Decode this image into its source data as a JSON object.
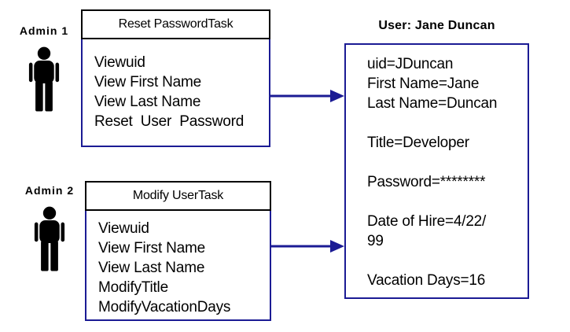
{
  "diagram": {
    "colors": {
      "line_blue": "#1b1b94",
      "header_border": "#000000",
      "text": "#000000",
      "background": "#ffffff"
    },
    "admins": [
      {
        "label": "Admin 1",
        "icon": "person-icon"
      },
      {
        "label": "Admin 2",
        "icon": "person-icon"
      }
    ],
    "tasks": [
      {
        "title": "Reset PasswordTask",
        "items": [
          "Viewuid",
          "View First Name",
          "View Last Name",
          "Reset  User  Password"
        ]
      },
      {
        "title": "Modify UserTask",
        "items": [
          "Viewuid",
          "View First Name",
          "View Last Name",
          "ModifyTitle",
          "ModifyVacationDays"
        ]
      }
    ],
    "user": {
      "title": "User: Jane Duncan",
      "lines": [
        "uid=JDuncan",
        "First Name=Jane",
        "Last Name=Duncan",
        "",
        "Title=Developer",
        "",
        "Password=********",
        "",
        "Date of Hire=4/22/",
        "99",
        "",
        "Vacation Days=16"
      ]
    }
  }
}
